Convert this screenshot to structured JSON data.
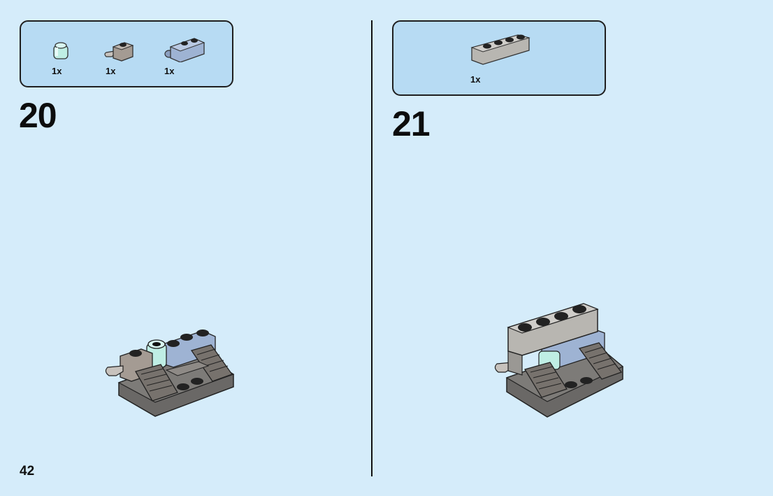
{
  "page_number": "42",
  "steps": [
    {
      "number": "20",
      "parts": [
        {
          "icon": "transparent-round-brick-icon",
          "qty": "1x",
          "color": "#bfeee4"
        },
        {
          "icon": "clip-brick-icon",
          "qty": "1x",
          "color": "#a49b93"
        },
        {
          "icon": "sand-blue-brick-icon",
          "qty": "1x",
          "color": "#9eb3d3"
        }
      ]
    },
    {
      "number": "21",
      "parts": [
        {
          "icon": "grey-brick-1x4-icon",
          "qty": "1x",
          "color": "#b8b6b1"
        }
      ]
    }
  ],
  "colors": {
    "background": "#d5ecfa",
    "callout": "#b7dbf3"
  }
}
